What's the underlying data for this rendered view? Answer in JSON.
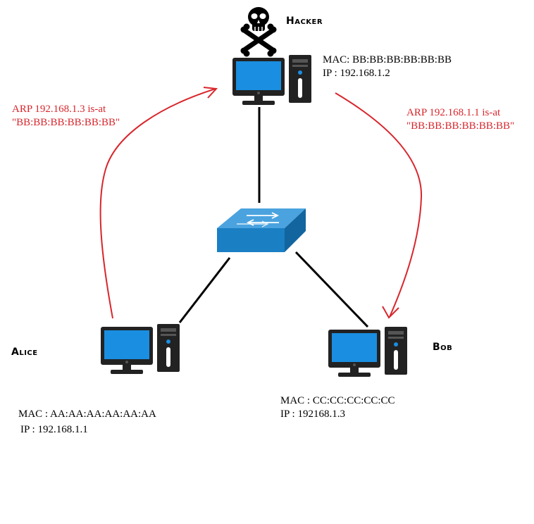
{
  "nodes": {
    "hacker": {
      "name": "Hacker",
      "mac": "MAC: BB:BB:BB:BB:BB:BB",
      "ip": "IP : 192.168.1.2"
    },
    "alice": {
      "name": "Alice",
      "mac": "MAC : AA:AA:AA:AA:AA:AA",
      "ip": "IP : 192.168.1.1"
    },
    "bob": {
      "name": "Bob",
      "mac": "MAC : CC:CC:CC:CC:CC",
      "ip": "IP : 192168.1.3"
    }
  },
  "arrows": {
    "left": {
      "line1": "ARP 192.168.1.3 is-at",
      "line2": "\"BB:BB:BB:BB:BB:BB\""
    },
    "right": {
      "line1": "ARP 192.168.1.1 is-at",
      "line2": "\"BB:BB:BB:BB:BB:BB\""
    }
  },
  "colors": {
    "arrow": "#d8262c",
    "screen": "#1a8ee0",
    "switch": "#1b7fc4",
    "device": "#222222"
  },
  "icons": [
    "skull-crossbones-icon",
    "computer-icon",
    "network-switch-icon"
  ]
}
